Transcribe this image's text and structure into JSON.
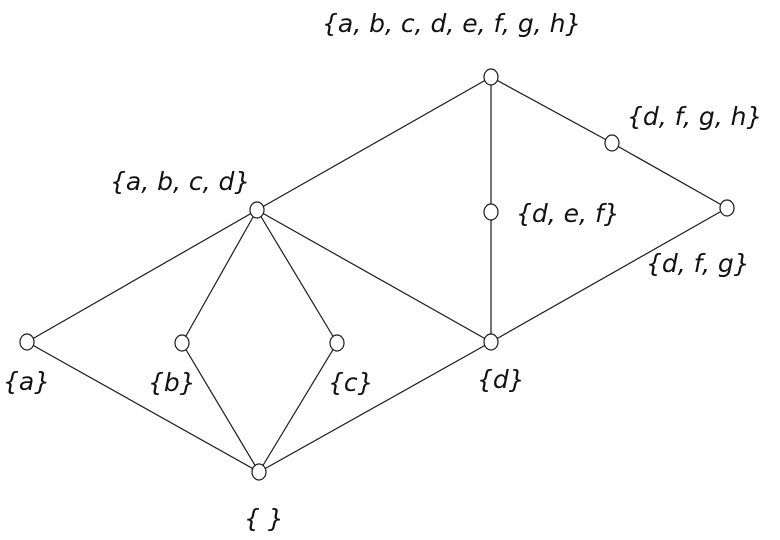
{
  "nodes": [
    {
      "id": "top",
      "label": "{a, b, c, d, e, f, g, h}"
    },
    {
      "id": "dfgh",
      "label": "{d, f, g, h}"
    },
    {
      "id": "abcd",
      "label": "{a, b, c, d}"
    },
    {
      "id": "def",
      "label": "{d, e, f}"
    },
    {
      "id": "dfg",
      "label": "{d, f, g}"
    },
    {
      "id": "a",
      "label": "{a}"
    },
    {
      "id": "b",
      "label": "{b}"
    },
    {
      "id": "c",
      "label": "{c}"
    },
    {
      "id": "d",
      "label": "{d}"
    },
    {
      "id": "empty",
      "label": "{ }"
    }
  ],
  "edges": [
    [
      "top",
      "abcd"
    ],
    [
      "top",
      "def"
    ],
    [
      "top",
      "dfgh"
    ],
    [
      "dfgh",
      "dfg"
    ],
    [
      "dfg",
      "d"
    ],
    [
      "def",
      "d"
    ],
    [
      "abcd",
      "a"
    ],
    [
      "abcd",
      "b"
    ],
    [
      "abcd",
      "c"
    ],
    [
      "abcd",
      "d"
    ],
    [
      "a",
      "empty"
    ],
    [
      "b",
      "empty"
    ],
    [
      "c",
      "empty"
    ],
    [
      "d",
      "empty"
    ]
  ]
}
